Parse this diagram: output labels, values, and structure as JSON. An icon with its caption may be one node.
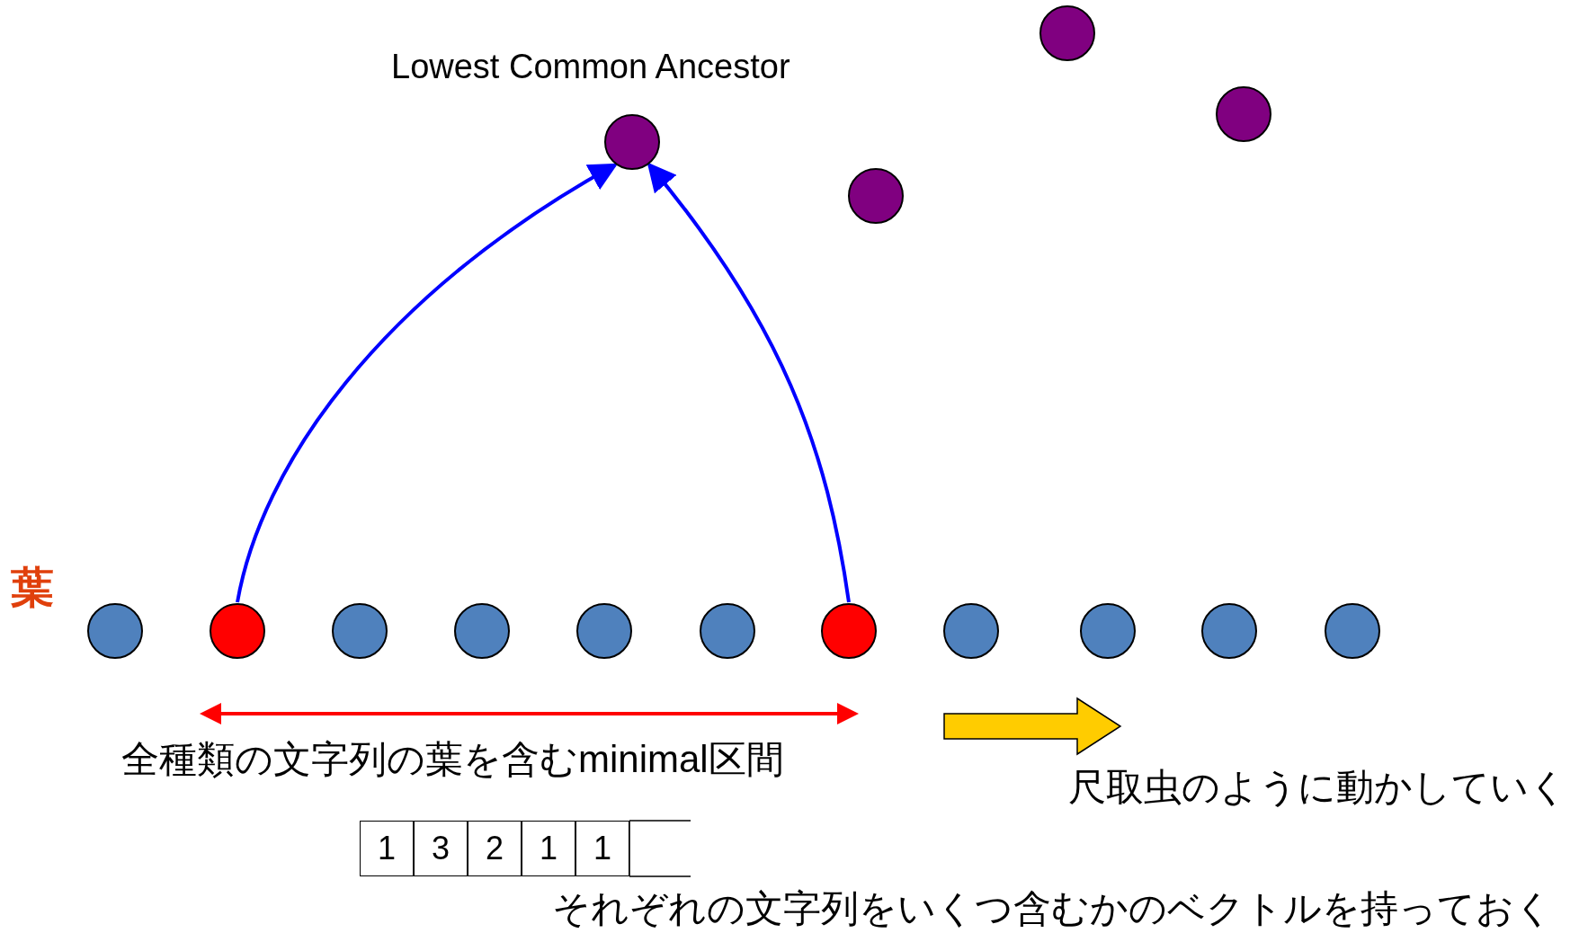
{
  "diagram": {
    "nodes": [
      {
        "text": [],
        "shape": "circle"
      },
      {
        "text": [],
        "shape": "circle"
      },
      {
        "text": [],
        "shape": "circle"
      },
      {
        "text": [],
        "shape": "circle"
      },
      {
        "text": [],
        "shape": "circle"
      },
      {
        "text": [],
        "shape": "circle"
      },
      {
        "text": [],
        "shape": "circle"
      },
      {
        "text": [],
        "shape": "circle"
      },
      {
        "text": [],
        "shape": "circle"
      },
      {
        "text": [],
        "shape": "circle"
      },
      {
        "text": [],
        "shape": "circle"
      },
      {
        "text": [],
        "shape": "circle"
      },
      {
        "text": [],
        "shape": "circle"
      },
      {
        "text": [],
        "shape": "circle"
      },
      {
        "text": [],
        "shape": "circle"
      }
    ],
    "edges": [
      {
        "from": 5,
        "to": 2,
        "arrow": "to"
      },
      {
        "from": 10,
        "to": 2,
        "arrow": "to"
      }
    ],
    "labels": [
      "Lowest Common Ancestor",
      "葉",
      "全種類の文字列の葉を含むminimal区間",
      "尺取虫のように動かしていく",
      "1",
      "3",
      "2",
      "1",
      "1",
      "それぞれの文字列をいくつ含むかのベクトルを持っておく"
    ]
  }
}
